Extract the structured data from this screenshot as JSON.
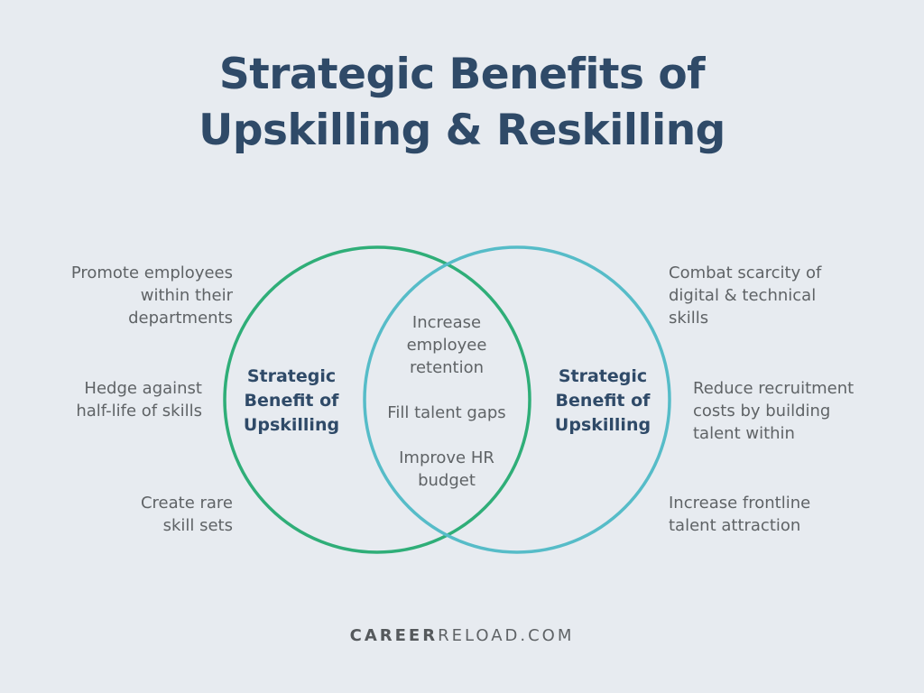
{
  "title": {
    "line1": "Strategic Benefits of",
    "line2": "Upskilling & Reskilling"
  },
  "colors": {
    "background": "#e7ebf0",
    "title": "#2f4a68",
    "left_circle": "#2fae78",
    "right_circle": "#56bcc8",
    "body_text": "#5f6366"
  },
  "left_circle_label": {
    "line1": "Strategic",
    "line2": "Benefit of",
    "line3": "Upskilling"
  },
  "right_circle_label": {
    "line1": "Strategic",
    "line2": "Benefit of",
    "line3": "Upskilling"
  },
  "left_items": [
    {
      "line1": "Promote employees",
      "line2": "within their",
      "line3": "departments"
    },
    {
      "line1": "Hedge against",
      "line2": "half-life of skills"
    },
    {
      "line1": "Create rare",
      "line2": "skill sets"
    }
  ],
  "right_items": [
    {
      "line1": "Combat scarcity of",
      "line2": "digital & technical",
      "line3": "skills"
    },
    {
      "line1": "Reduce recruitment",
      "line2": "costs by building",
      "line3": "talent within"
    },
    {
      "line1": "Increase frontline",
      "line2": "talent attraction"
    }
  ],
  "shared_items": [
    {
      "line1": "Increase",
      "line2": "employee",
      "line3": "retention"
    },
    {
      "line1": "Fill talent gaps"
    },
    {
      "line1": "Improve HR",
      "line2": "budget"
    }
  ],
  "footer": {
    "brand_bold": "CAREER",
    "brand_rest": "RELOAD.COM"
  }
}
